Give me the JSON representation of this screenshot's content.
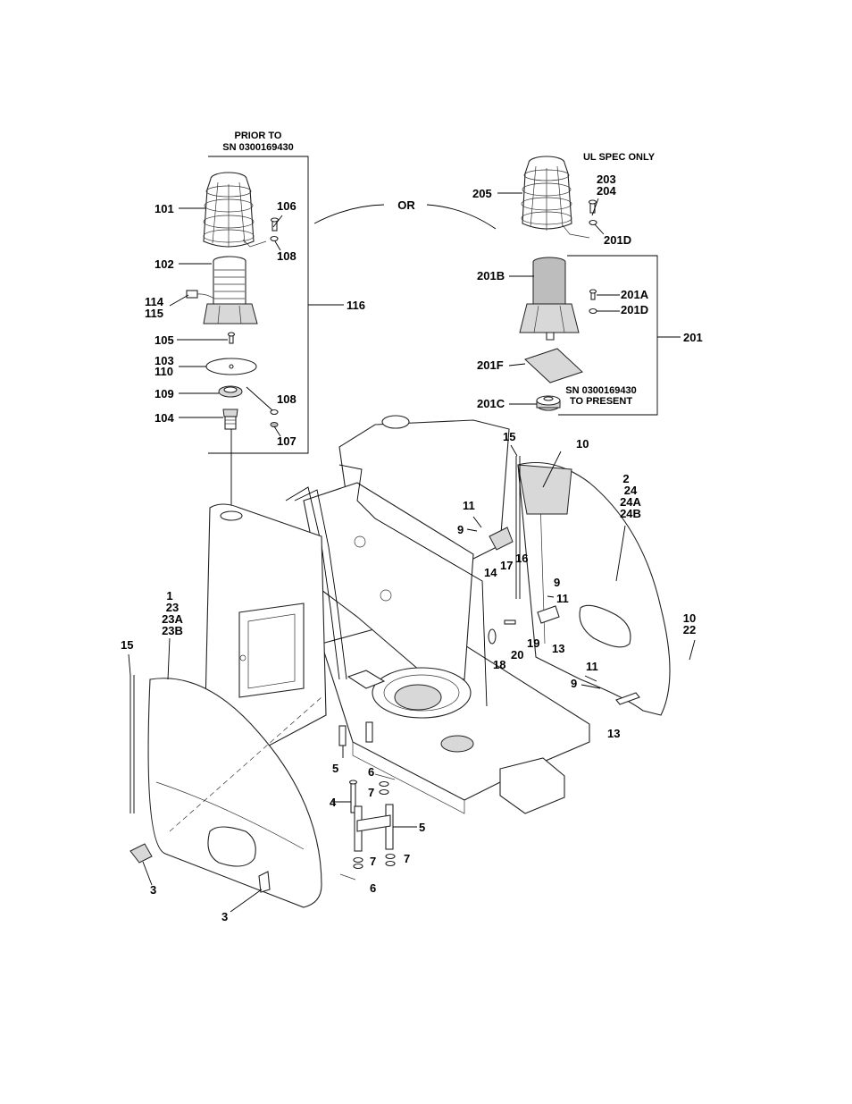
{
  "notes": {
    "prior_to_line1": "PRIOR TO",
    "prior_to_line2": "SN 0300169430",
    "or": "OR",
    "ul_spec": "UL SPEC ONLY",
    "sn_to_present_line1": "SN 0300169430",
    "sn_to_present_line2": "TO PRESENT"
  },
  "callouts": {
    "c101": "101",
    "c102": "102",
    "c103": "103",
    "c110": "110",
    "c104": "104",
    "c105": "105",
    "c106": "106",
    "c107": "107",
    "c108a": "108",
    "c108b": "108",
    "c109": "109",
    "c114": "114",
    "c115": "115",
    "c116": "116",
    "c201": "201",
    "c201A": "201A",
    "c201B": "201B",
    "c201C": "201C",
    "c201D_a": "201D",
    "c201D_b": "201D",
    "c201F": "201F",
    "c203": "203",
    "c204": "204",
    "c205": "205",
    "c1": "1",
    "c23": "23",
    "c23A": "23A",
    "c23B": "23B",
    "c2": "2",
    "c24": "24",
    "c24A": "24A",
    "c24B": "24B",
    "c3a": "3",
    "c3b": "3",
    "c4": "4",
    "c5a": "5",
    "c5b": "5",
    "c6a": "6",
    "c6b": "6",
    "c7a": "7",
    "c7b": "7",
    "c7c": "7",
    "c9a": "9",
    "c9b": "9",
    "c9c": "9",
    "c10a": "10",
    "c10b": "10",
    "c22": "22",
    "c11a": "11",
    "c11b": "11",
    "c11c": "11",
    "c13a": "13",
    "c13b": "13",
    "c14": "14",
    "c15a": "15",
    "c15b": "15",
    "c16": "16",
    "c17": "17",
    "c18": "18",
    "c19": "19",
    "c20": "20"
  }
}
